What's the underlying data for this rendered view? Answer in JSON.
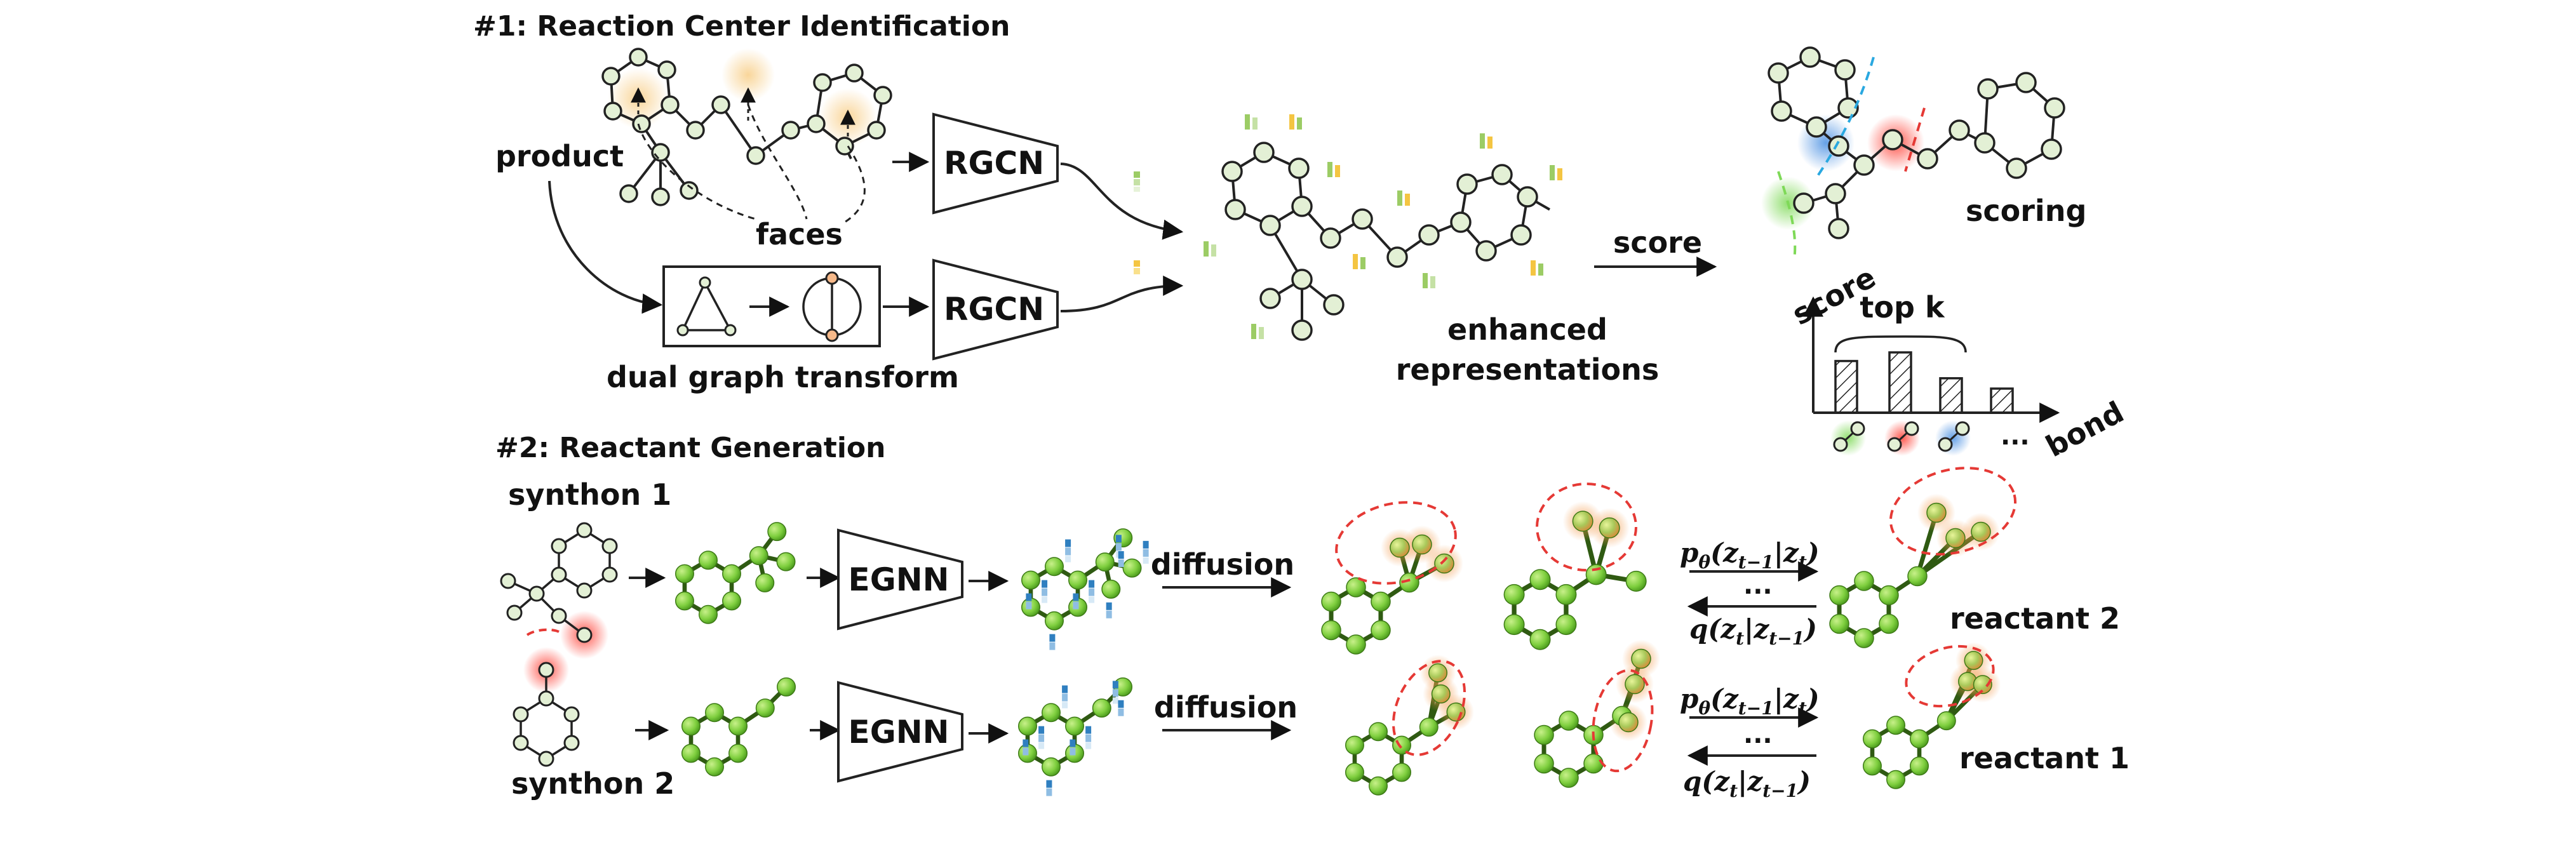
{
  "section1": {
    "title": "#1: Reaction Center Identification",
    "product_label": "product",
    "faces_label": "faces",
    "dual_graph_label": "dual graph transform",
    "rgcn_label_top": "RGCN",
    "rgcn_label_bottom": "RGCN",
    "enhanced_label_line1": "enhanced",
    "enhanced_label_line2": "representations",
    "score_arrow_label": "score",
    "scoring_label": "scoring",
    "chart_ylabel": "score",
    "chart_xlabel": "bond",
    "topk_label": "top k",
    "ellipsis": "..."
  },
  "section2": {
    "title": "#2: Reactant  Generation",
    "synthon1_label": "synthon 1",
    "synthon2_label": "synthon 2",
    "egnn_label_top": "EGNN",
    "egnn_label_bottom": "EGNN",
    "diffusion_label_top": "diffusion",
    "diffusion_label_bottom": "diffusion",
    "reactant2_label": "reactant 2",
    "reactant1_label": "reactant 1",
    "ellipsis": "..."
  },
  "colors": {
    "ring_node": "#e3f0d5",
    "green_atom": "#7fcf3f",
    "highlight_red": "#e53935",
    "highlight_yellow": "#f7d9a0",
    "feature_blue": "#2f7fc0",
    "feature_green": "#9ccc65",
    "feature_yellow": "#f4c542"
  },
  "chart_data": {
    "type": "bar",
    "xlabel": "bond",
    "ylabel": "score",
    "annotation": "top k",
    "values": [
      3.0,
      3.5,
      2.0,
      1.4
    ]
  }
}
